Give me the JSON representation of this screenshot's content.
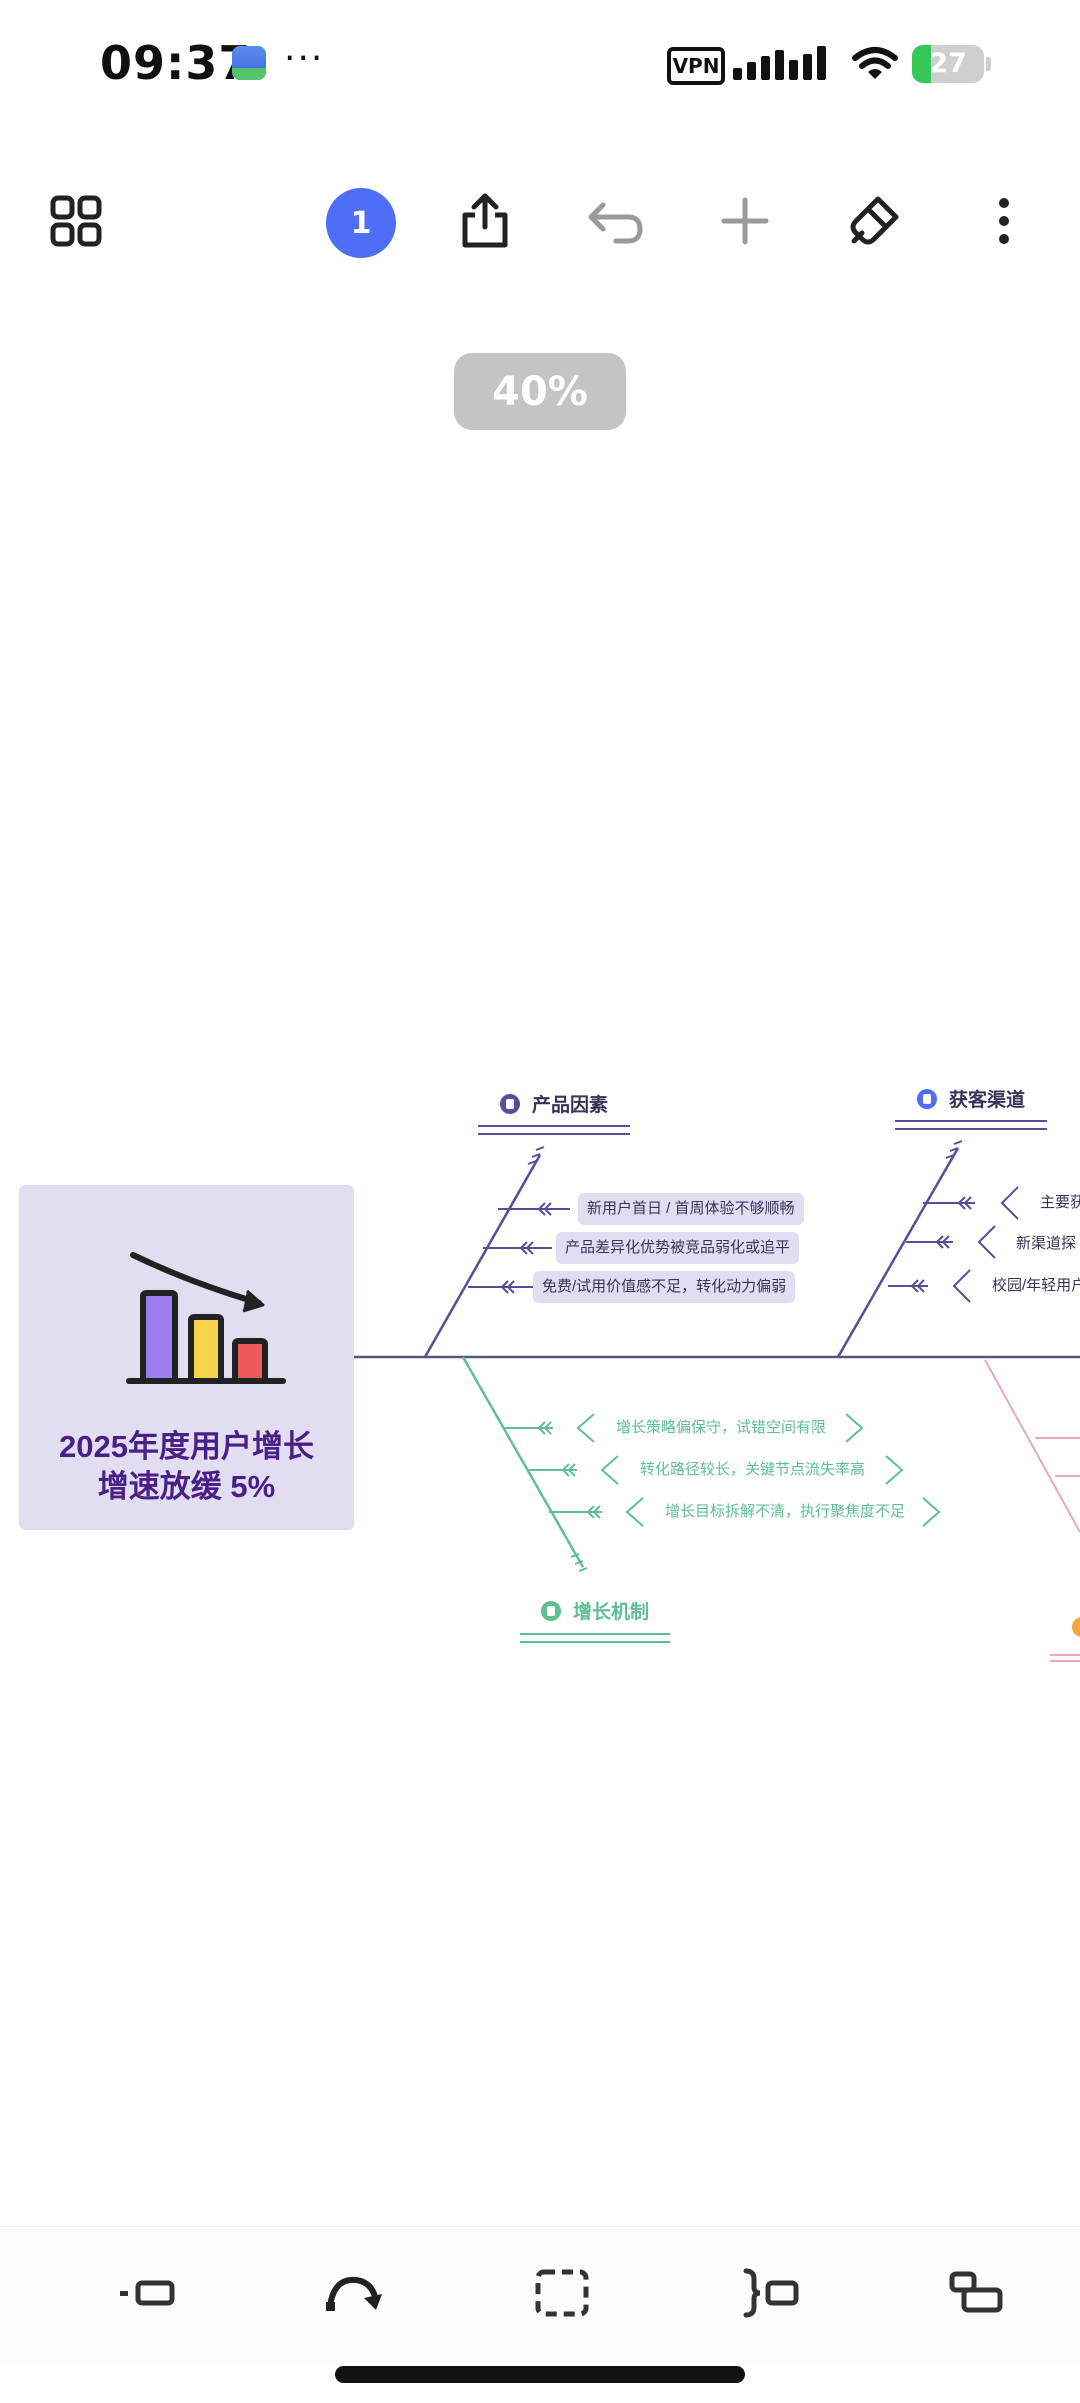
{
  "status_bar": {
    "time": "09:37",
    "more": "···",
    "vpn": "VPN",
    "battery": {
      "percent_text": "27",
      "level": 0.27,
      "color": "#36c759"
    }
  },
  "toolbar": {
    "left_icon": "grid-icon",
    "page_badge": "1",
    "icons": [
      "share-icon",
      "undo-icon",
      "add-icon",
      "format-brush-icon",
      "more-vertical-icon"
    ],
    "accent": "#4f6ef7"
  },
  "zoom": {
    "label": "40%"
  },
  "diagram": {
    "type": "fishbone",
    "head": {
      "line1": "2025年度用户增长",
      "line2": "增速放缓 5%"
    },
    "categories": [
      {
        "label": "产品因素",
        "color": "#5a4b9b",
        "causes": [
          "新用户首日 / 首周体验不够顺畅",
          "产品差异化优势被竞品弱化或追平",
          "免费/试用价值感不足，转化动力偏弱"
        ]
      },
      {
        "label": "获客渠道",
        "color": "#5a4b9b",
        "causes": [
          "主要获",
          "新渠道探",
          "校园/年轻用户"
        ]
      },
      {
        "label": "增长机制",
        "color": "#5fbf93",
        "causes": [
          "增长策略偏保守，试错空间有限",
          "转化路径较长，关键节点流失率高",
          "增长目标拆解不清，执行聚焦度不足"
        ]
      }
    ]
  },
  "bottom_toolbar": {
    "icons": [
      "insert-sibling-icon",
      "redo-arrow-icon",
      "select-box-icon",
      "summary-brace-icon",
      "insert-child-icon"
    ]
  }
}
